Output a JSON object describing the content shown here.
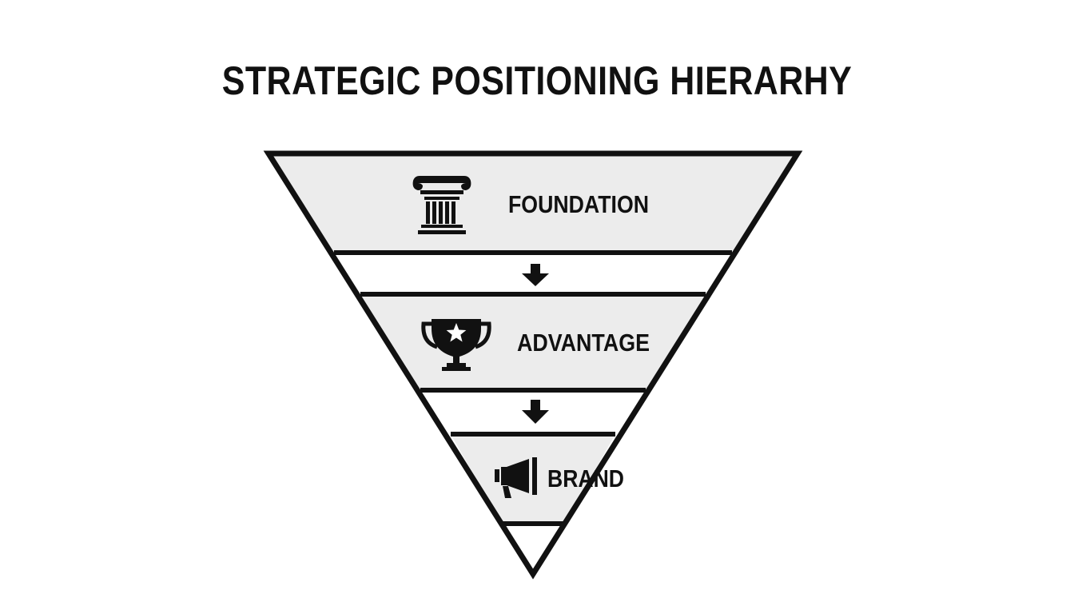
{
  "title": "STRATEGIC POSITIONING HIERARHY",
  "levels": [
    {
      "label": "FOUNDATION",
      "icon": "column-icon"
    },
    {
      "label": "ADVANTAGE",
      "icon": "trophy-icon"
    },
    {
      "label": "BRAND",
      "icon": "megaphone-icon"
    }
  ],
  "connectors": [
    {
      "icon": "arrow-down-icon"
    },
    {
      "icon": "arrow-down-icon"
    }
  ],
  "colors": {
    "outline": "#111111",
    "band_fill": "#ececec",
    "gap_fill": "#ffffff",
    "background": "#ffffff"
  }
}
